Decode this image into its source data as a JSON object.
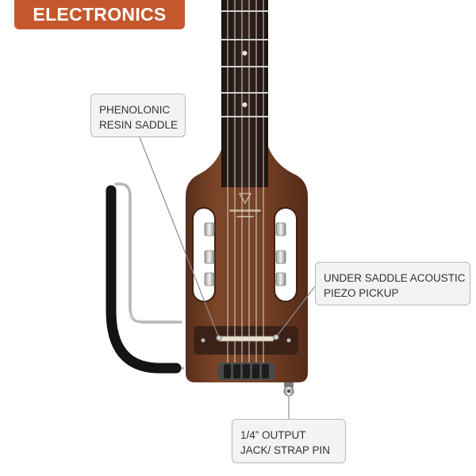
{
  "banner": {
    "title": "ELECTRONICS"
  },
  "callouts": {
    "saddle": {
      "line1": "PHENOLONIC",
      "line2": "RESIN SADDLE"
    },
    "pickup": {
      "line1": "UNDER SADDLE ACOUSTIC",
      "line2": "PIEZO PICKUP"
    },
    "jack": {
      "line1": "1/4” OUTPUT",
      "line2": "JACK/ STRAP PIN"
    }
  },
  "colors": {
    "banner": "#c4582c",
    "body": "#6e3b22",
    "fretboard": "#2b1b16",
    "callout_bg": "#f3f3f3"
  }
}
